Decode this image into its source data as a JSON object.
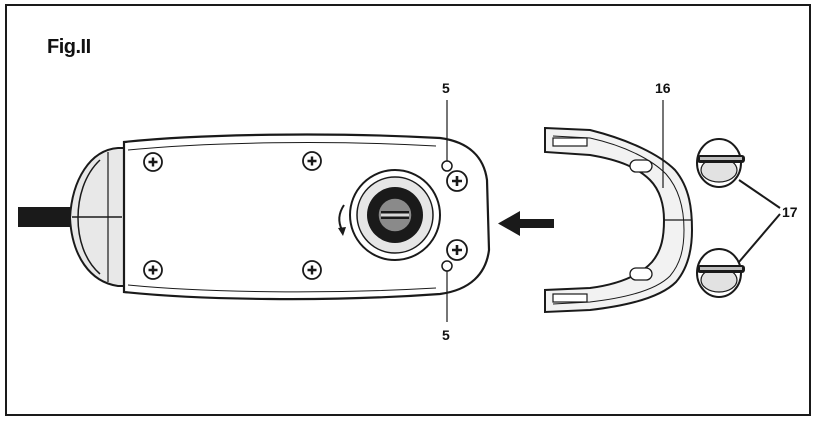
{
  "figure": {
    "title": "Fig.II",
    "callouts": {
      "top_5": "5",
      "bottom_5": "5",
      "part_16": "16",
      "part_17": "17"
    },
    "colors": {
      "line": "#1a1a1a",
      "body_fill": "#ffffff",
      "shade": "#cfcfcf",
      "cord": "#1a1a1a"
    }
  }
}
